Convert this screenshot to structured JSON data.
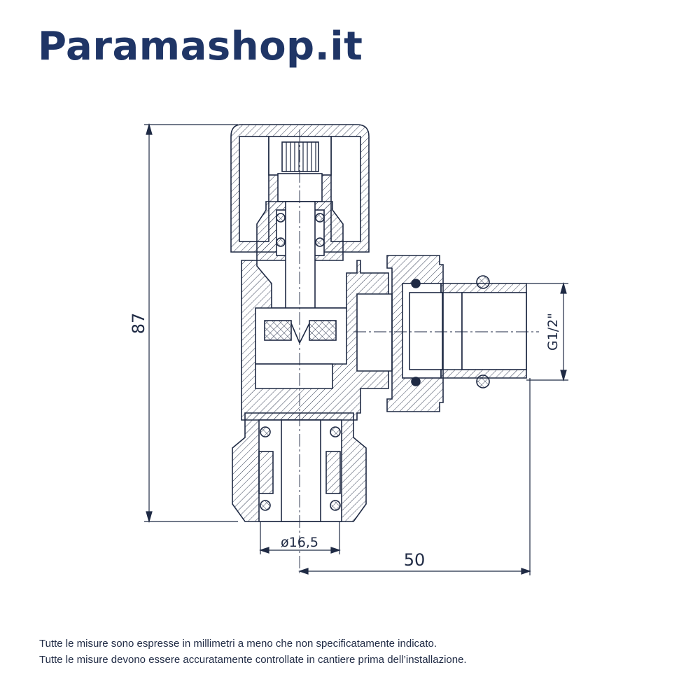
{
  "brand": {
    "name": "Paramashop.it"
  },
  "drawing": {
    "dimensions": {
      "height": "87",
      "pipe_diameter": "ø16,5",
      "width": "50",
      "thread": "G1/2\""
    }
  },
  "notes": [
    "Tutte le misure sono espresse in millimetri a meno che non specificatamente indicato.",
    "Tutte le misure devono essere accuratamente controllate in cantiere prima dell’installazione."
  ],
  "colors": {
    "brand": "#1f3566",
    "line": "#1f2a44"
  }
}
